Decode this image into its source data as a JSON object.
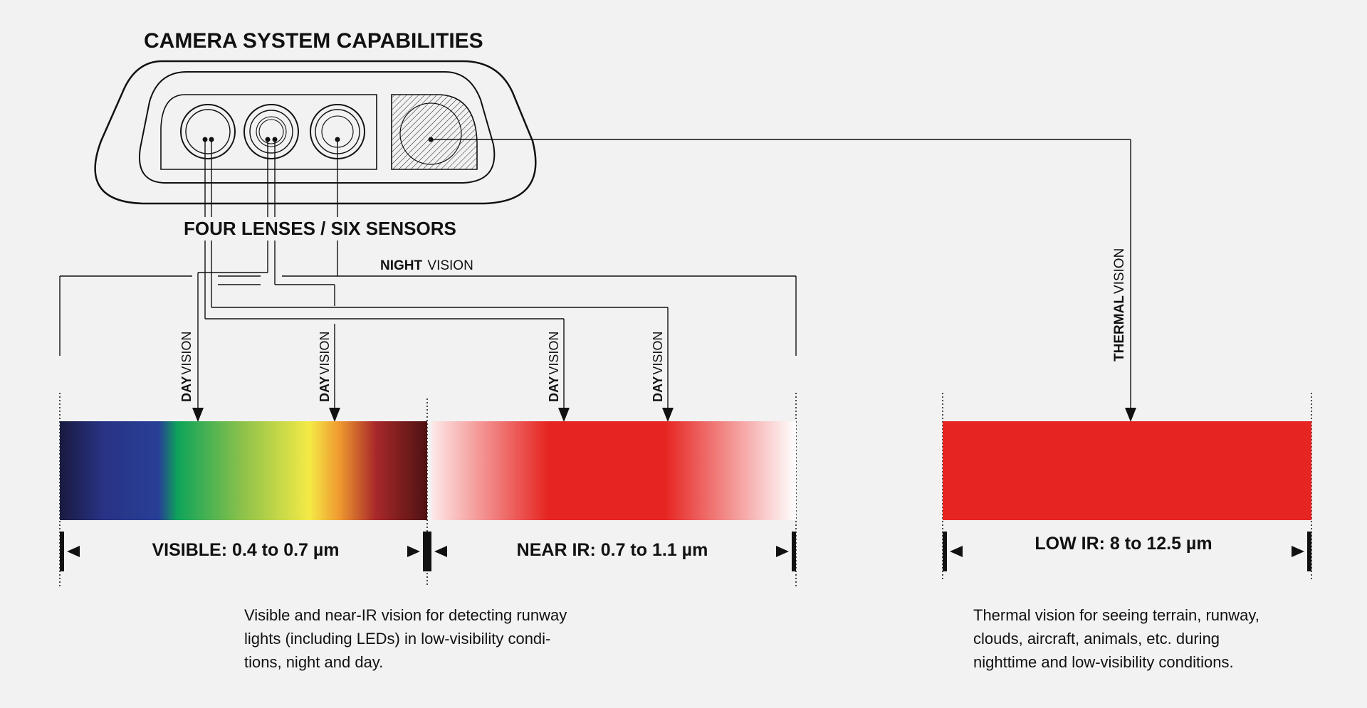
{
  "title": "CAMERA SYSTEM CAPABILITIES",
  "lens_label": "FOUR LENSES / SIX SENSORS",
  "night_label": {
    "strong": "NIGHT",
    "light": "VISION"
  },
  "day_label": {
    "strong": "DAY",
    "light": "VISION"
  },
  "thermal_label": {
    "strong": "THERMAL",
    "light": "VISION"
  },
  "bands": [
    {
      "label": "VISIBLE: 0.4 to 0.7 µm"
    },
    {
      "label": "NEAR IR: 0.7 to 1.1 µm"
    },
    {
      "label": "LOW IR: 8 to 12.5 µm"
    }
  ],
  "descriptions": {
    "visible_nir": [
      "Visible and near-IR vision for detecting runway",
      "lights (including LEDs) in low-visibility condi-",
      "tions, night and day."
    ],
    "thermal": [
      "Thermal vision for seeing terrain, runway,",
      "clouds, aircraft, animals, etc. during",
      "nighttime and low-visibility conditions."
    ]
  },
  "colors": {
    "background": "#f2f2f2",
    "ink": "#111111",
    "ir_red": "#e62522"
  }
}
